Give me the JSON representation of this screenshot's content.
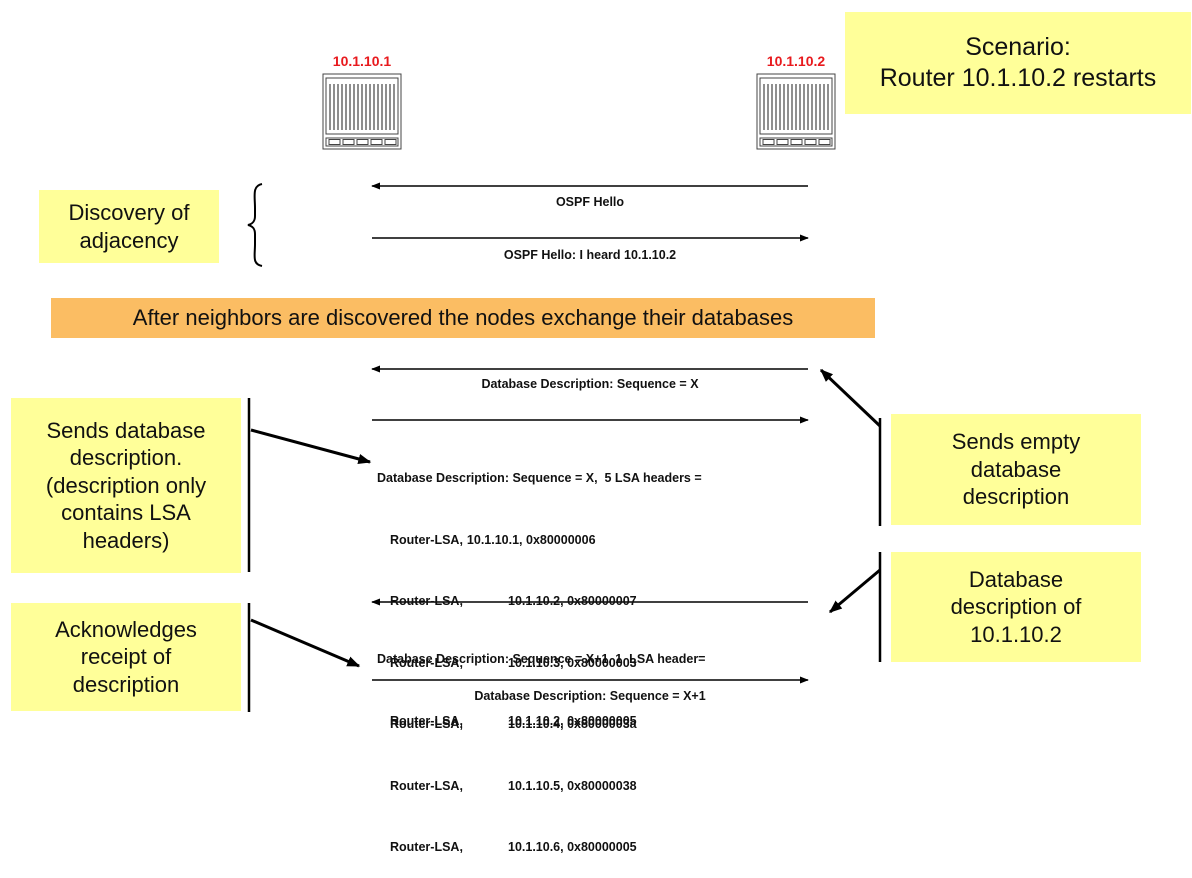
{
  "routers": {
    "left": {
      "label": "10.1.10.1"
    },
    "right": {
      "label": "10.1.10.2"
    }
  },
  "scenario": {
    "line1": "Scenario:",
    "line2": "Router 10.1.10.2 restarts"
  },
  "discovery": {
    "line1": "Discovery of",
    "line2": "adjacency"
  },
  "banner": "After neighbors are discovered the nodes exchange their databases",
  "messages": {
    "hello1": "OSPF Hello",
    "hello2": "OSPF Hello: I heard 10.1.10.2",
    "dd1": "Database Description: Sequence = X",
    "dd2_header": "Database Description: Sequence = X,  5 LSA headers =",
    "dd2_rows": [
      {
        "type": "Router-LSA,",
        "value": "10.1.10.1, 0x80000006"
      },
      {
        "type": "Router-LSA,",
        "value": "10.1.10.2, 0x80000007"
      },
      {
        "type": "Router-LSA,",
        "value": "10.1.10.3, 0x80000003"
      },
      {
        "type": "Router-LSA,",
        "value": "10.1.10.4, 0x8000003a"
      },
      {
        "type": "Router-LSA,",
        "value": "10.1.10.5, 0x80000038"
      },
      {
        "type": "Router-LSA,",
        "value": "10.1.10.6, 0x80000005"
      }
    ],
    "dd3_header": "Database Description: Sequence = X+1, 1  LSA header=",
    "dd3_row": {
      "type": "Router-LSA,",
      "value": "10.1.10.2, 0x80000005"
    },
    "dd4": "Database Description: Sequence = X+1"
  },
  "notes": {
    "sends_db": [
      "Sends database",
      "description.",
      "(description only",
      "contains LSA",
      "headers)"
    ],
    "acks": [
      "Acknowledges",
      "receipt of",
      "description"
    ],
    "sends_empty": [
      "Sends empty",
      "database",
      "description"
    ],
    "db_desc": [
      "Database",
      "description of",
      "10.1.10.2"
    ]
  }
}
